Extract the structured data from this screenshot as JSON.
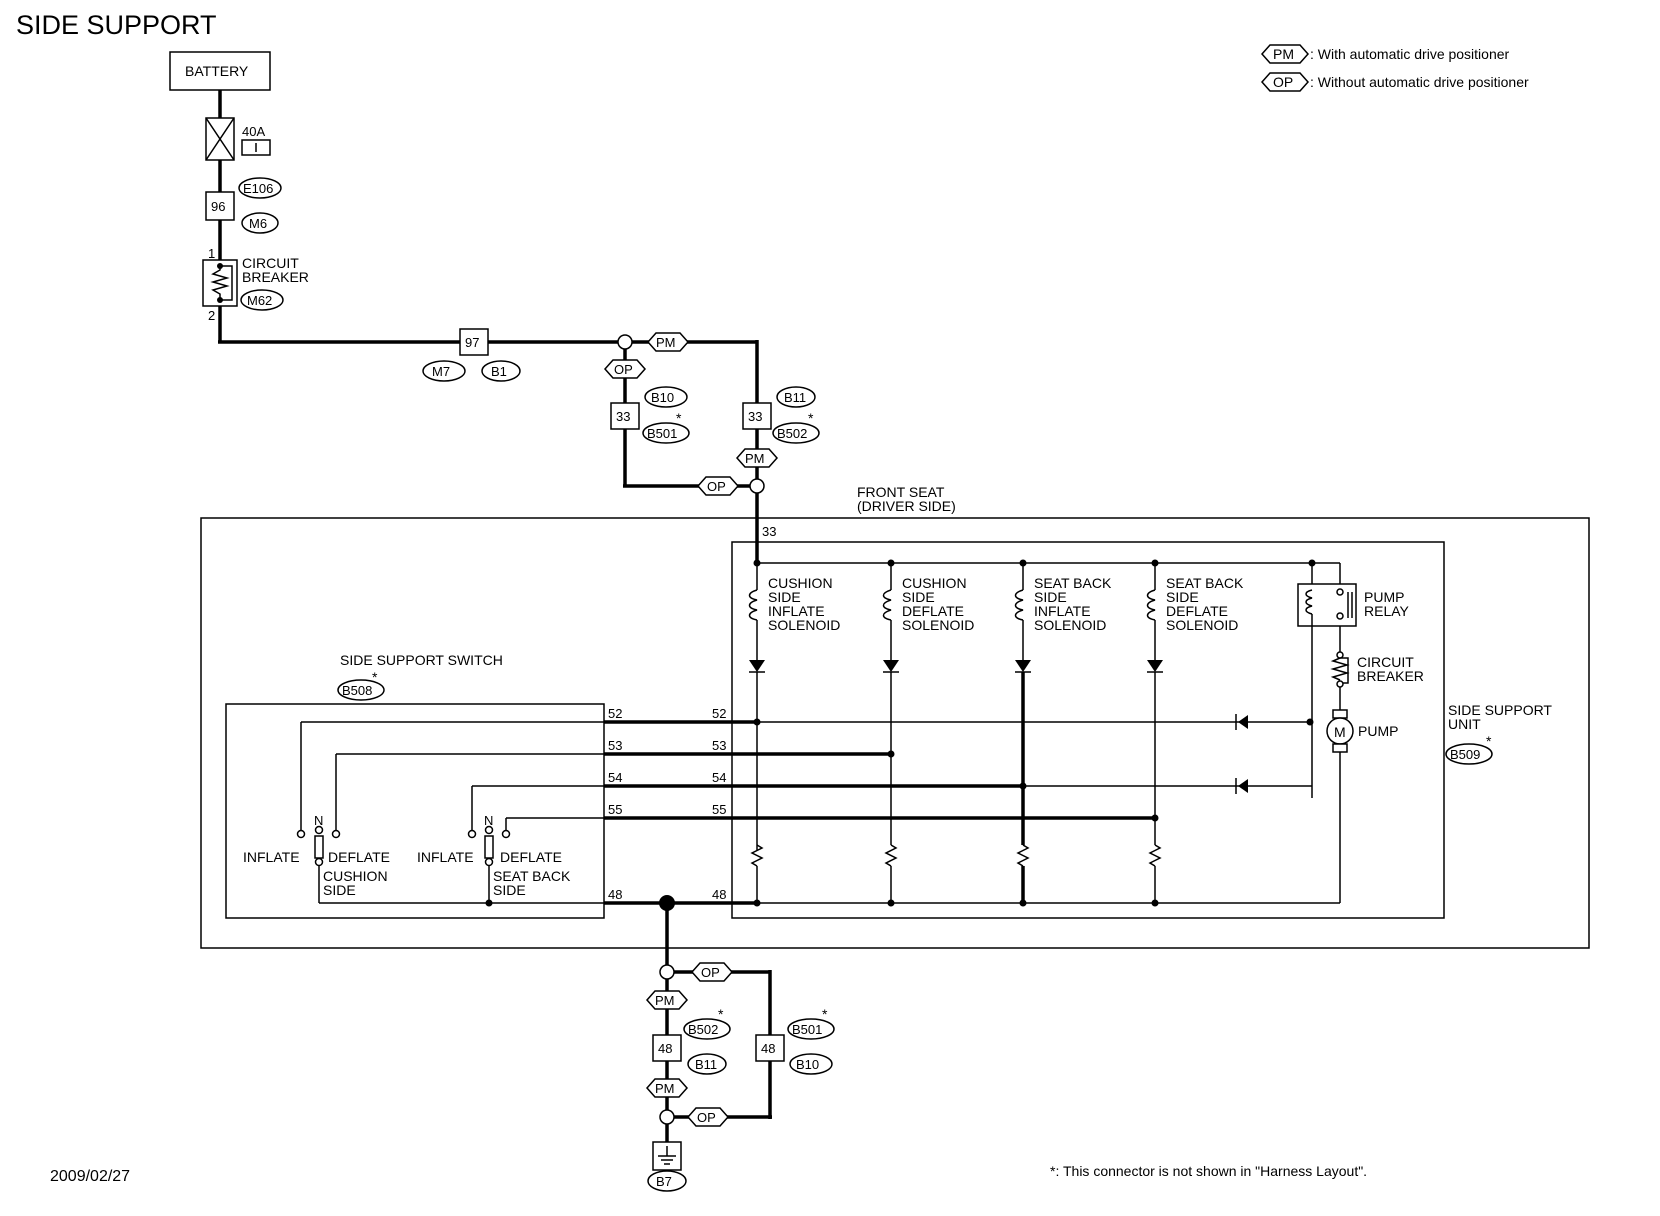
{
  "title": "SIDE SUPPORT",
  "date": "2009/02/27",
  "legend": {
    "pm_tag": "PM",
    "pm_text": ": With automatic drive positioner",
    "op_tag": "OP",
    "op_text": ": Without automatic drive positioner"
  },
  "footnote": "*: This connector is not shown in \"Harness Layout\".",
  "labels": {
    "battery": "BATTERY",
    "fuse": "40A",
    "circuit": "CIRCUIT",
    "breaker": "BREAKER",
    "front_seat_1": "FRONT SEAT",
    "front_seat_2": "(DRIVER SIDE)",
    "switch_title": "SIDE SUPPORT SWITCH",
    "unit_1": "SIDE SUPPORT",
    "unit_2": "UNIT",
    "inflate": "INFLATE",
    "deflate": "DEFLATE",
    "n": "N",
    "cushion": "CUSHION",
    "side": "SIDE",
    "seat_back": "SEAT BACK",
    "pump": "PUMP",
    "relay": "RELAY",
    "motor": "M",
    "sol1": [
      "CUSHION",
      "SIDE",
      "INFLATE",
      "SOLENOID"
    ],
    "sol2": [
      "CUSHION",
      "SIDE",
      "DEFLATE",
      "SOLENOID"
    ],
    "sol3": [
      "SEAT BACK",
      "SIDE",
      "INFLATE",
      "SOLENOID"
    ],
    "sol4": [
      "SEAT BACK",
      "SIDE",
      "DEFLATE",
      "SOLENOID"
    ],
    "star": "*"
  },
  "connectors": {
    "e106": "E106",
    "m6": "M6",
    "m62": "M62",
    "m7": "M7",
    "b1": "B1",
    "b10": "B10",
    "b501": "B501",
    "b11": "B11",
    "b502": "B502",
    "b508": "B508",
    "b509": "B509",
    "b7": "B7",
    "pm": "PM",
    "op": "OP"
  },
  "pins": {
    "p96": "96",
    "p97": "97",
    "p33": "33",
    "p48": "48",
    "p1": "1",
    "p2": "2",
    "p52": "52",
    "p53": "53",
    "p54": "54",
    "p55": "55"
  }
}
